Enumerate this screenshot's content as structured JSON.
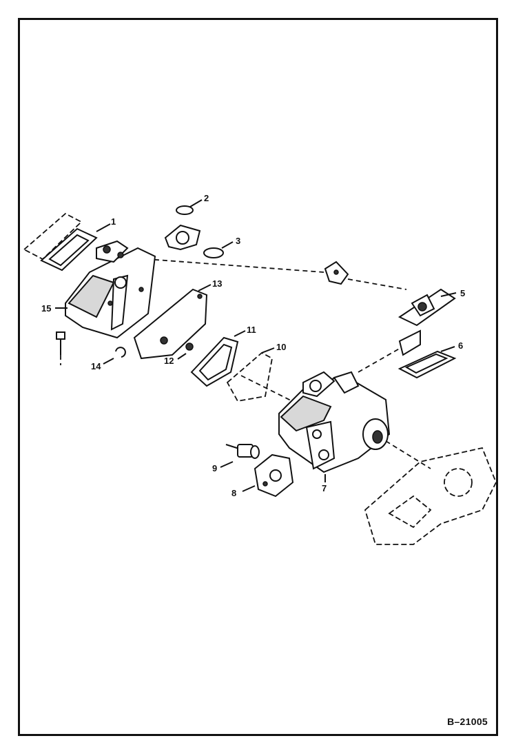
{
  "figure_ref": "B–21005",
  "callouts": [
    "1",
    "2",
    "3",
    "5",
    "6",
    "7",
    "8",
    "9",
    "10",
    "11",
    "12",
    "13",
    "14",
    "15"
  ]
}
